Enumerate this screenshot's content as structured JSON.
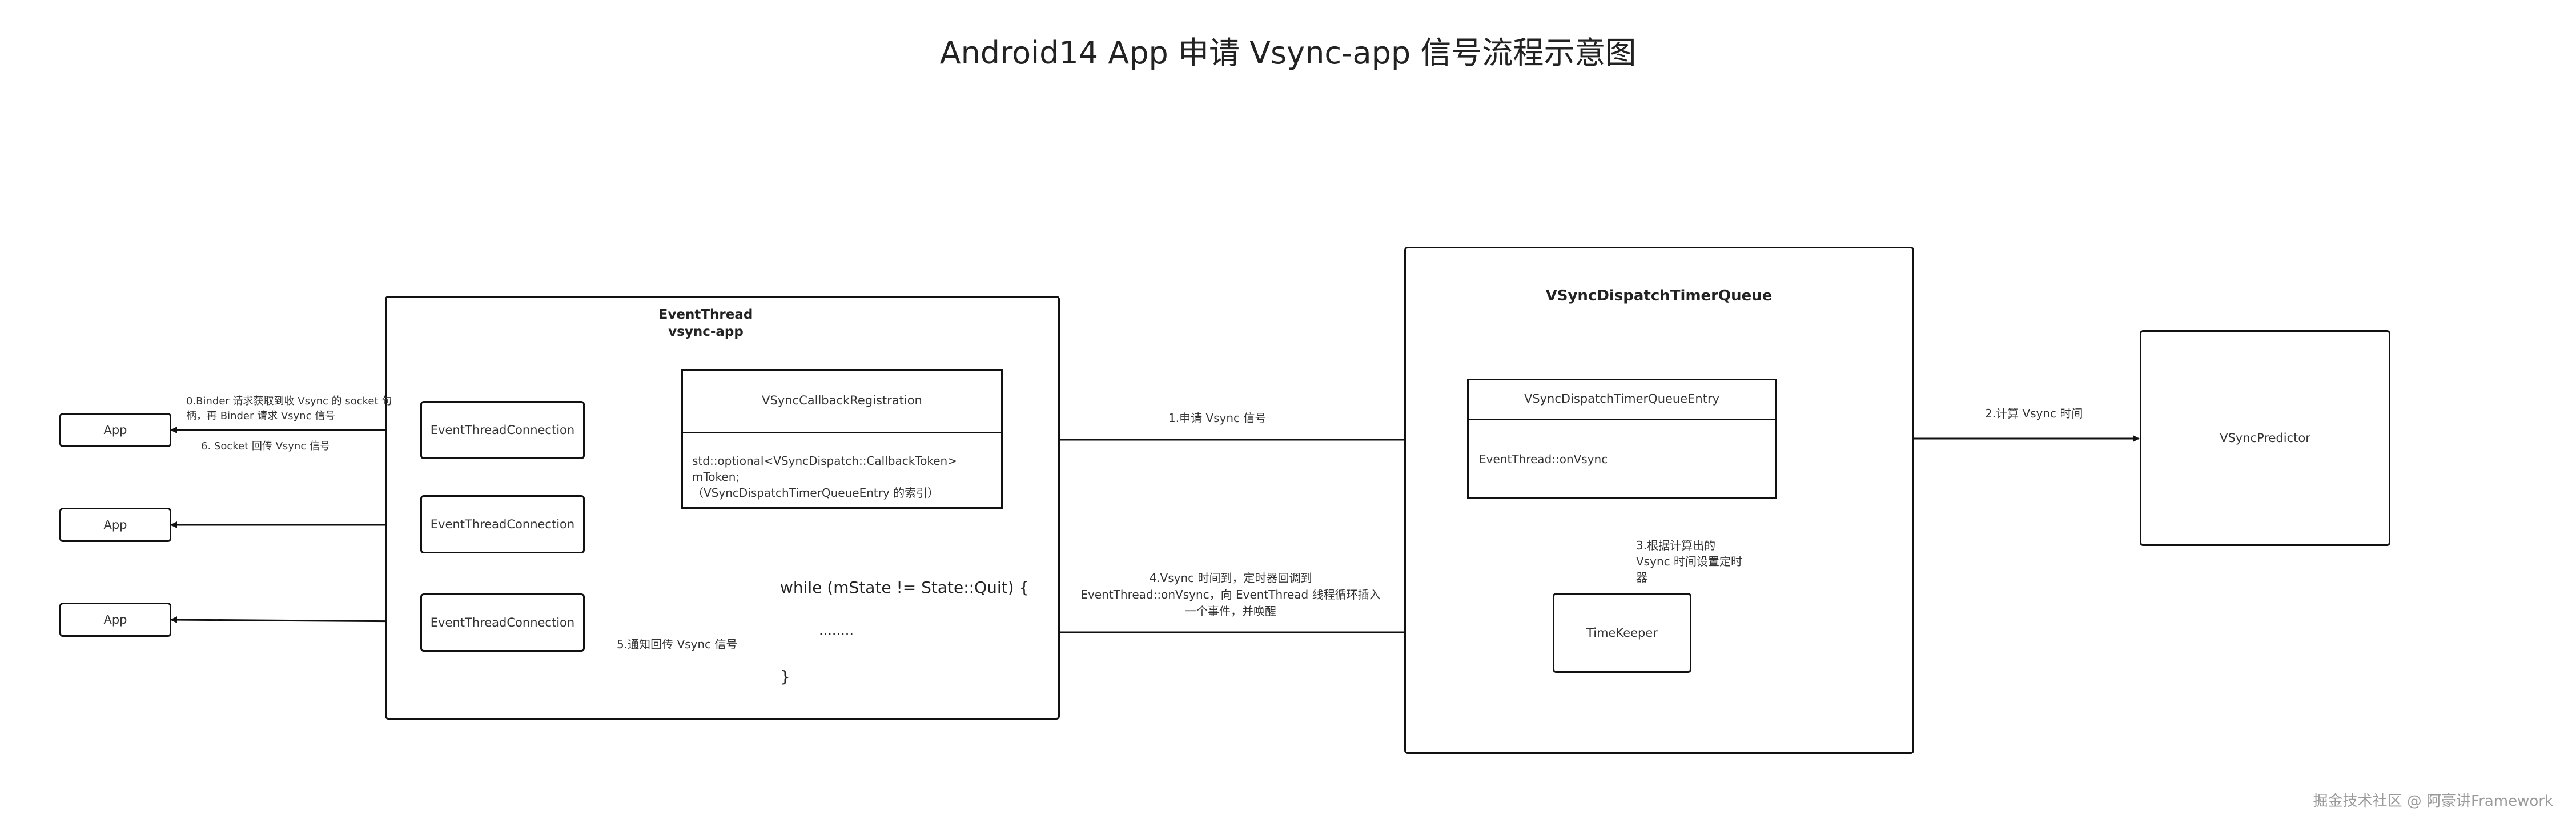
{
  "title": "Android14  App 申请 Vsync-app 信号流程示意图",
  "apps": [
    "App",
    "App",
    "App"
  ],
  "event_thread": {
    "title_line1": "EventThread",
    "title_line2": "vsync-app",
    "connections": [
      "EventThreadConnection",
      "EventThreadConnection",
      "EventThreadConnection"
    ],
    "callback_registration": {
      "header": "VSyncCallbackRegistration",
      "body_line1": "std::optional<VSyncDispatch::CallbackToken> mToken;",
      "body_line2": "（VSyncDispatchTimerQueueEntry 的索引）"
    },
    "loop_line1": "while (mState != State::Quit) {",
    "loop_line2": "........",
    "loop_line3": "}"
  },
  "timer_queue": {
    "title": "VSyncDispatchTimerQueue",
    "entry_header": "VSyncDispatchTimerQueueEntry",
    "entry_body": "EventThread::onVsync",
    "timekeeper": "TimeKeeper"
  },
  "predictor": "VSyncPredictor",
  "labels": {
    "step0_line1": "0.Binder 请求获取到收 Vsync 的 socket 句",
    "step0_line2": "柄，再 Binder 请求 Vsync 信号",
    "step6": "6.  Socket 回传 Vsync 信号",
    "step1": "1.申请 Vsync 信号",
    "step2": "2.计算 Vsync 时间",
    "step3_line1": "3.根据计算出的",
    "step3_line2": "Vsync 时间设置定时",
    "step3_line3": "器",
    "step4_line1": "4.Vsync 时间到，定时器回调到",
    "step4_line2": "EventThread::onVsync，向 EventThread 线程循环插入",
    "step4_line3": "一个事件，并唤醒",
    "step5": "5.通知回传 Vsync 信号"
  },
  "watermark": "掘金技术社区 @ 阿豪讲Framework"
}
